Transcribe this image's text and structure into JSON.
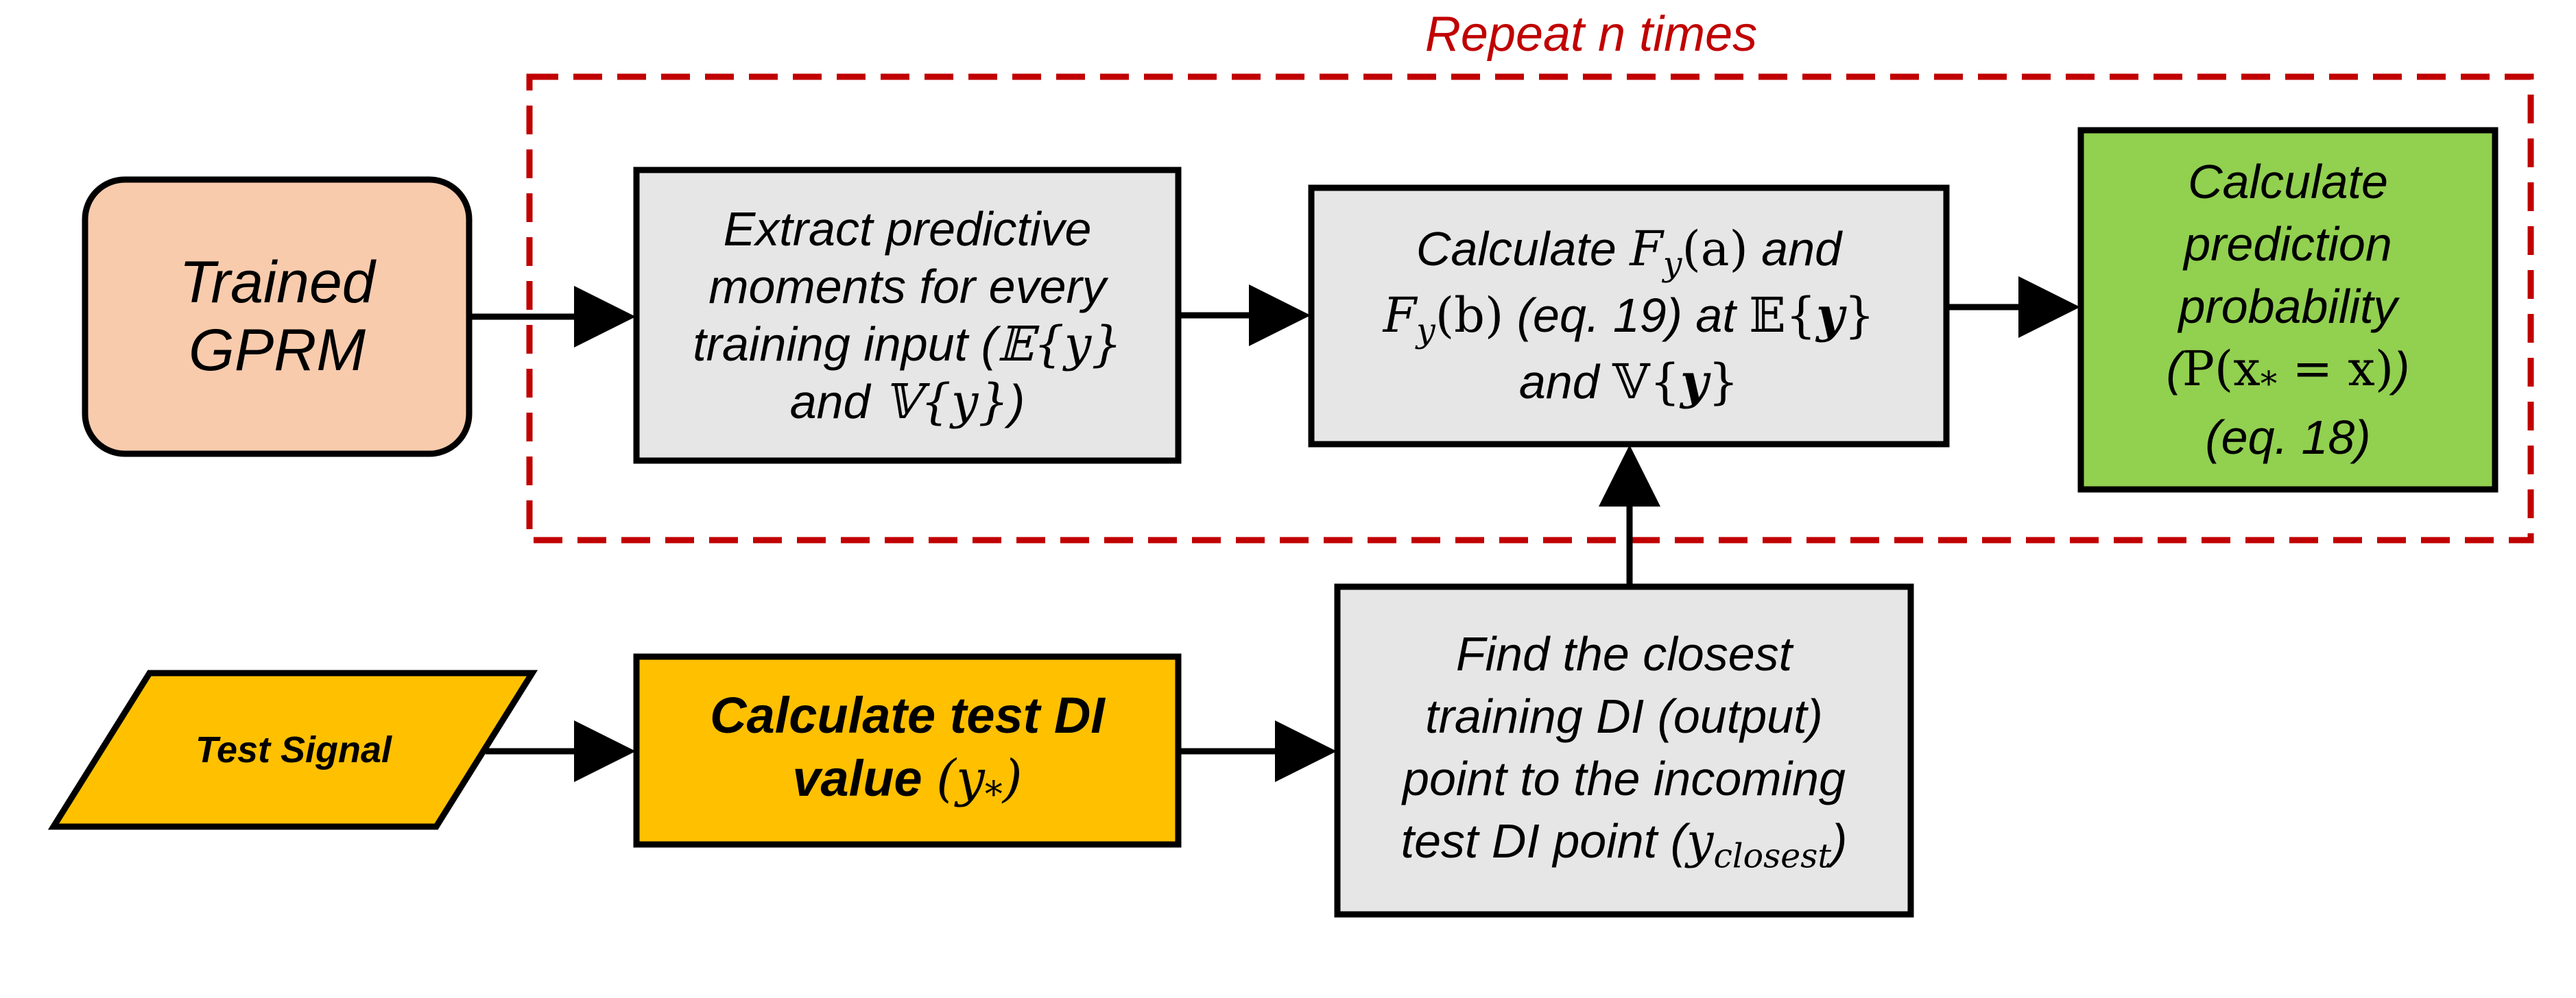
{
  "loop": {
    "label": "Repeat n times",
    "color": "#c00000"
  },
  "nodes": {
    "trained_gprm": {
      "lines": [
        "Trained",
        "GPRM"
      ],
      "fill": "#f8cbad"
    },
    "extract_moments": {
      "line1": "Extract predictive",
      "line2": "moments for every",
      "line3_text": "training input (",
      "line3_math": "𝔼{y}",
      "line4_and": "and ",
      "line4_math": "𝕍{y}",
      "line4_close": ")",
      "fill": "#e7e6e6"
    },
    "calculate_f": {
      "line1_text": "Calculate ",
      "line1_math": "F",
      "line1_sub": "y",
      "line1_arg": "(a)",
      "line1_end": " and",
      "line2_math": "F",
      "line2_sub": "y",
      "line2_arg": "(b)",
      "line2_text": " (eq. 19) at ",
      "line2_expect": "𝔼{",
      "line2_var": "y",
      "line2_close": "}",
      "line3_text": "and ",
      "line3_var_open": "𝕍{",
      "line3_var": "y",
      "line3_var_close": "}",
      "fill": "#e7e6e6"
    },
    "prediction_prob": {
      "line1": "Calculate",
      "line2": "prediction",
      "line3": "probability",
      "line4_open": "(",
      "line4_math": "P(x",
      "line4_sub": "*",
      "line4_rest": " = x)",
      "line4_close": ")",
      "line5": "(eq. 18)",
      "fill": "#92d050"
    },
    "test_signal": {
      "label": "Test Signal",
      "fill": "#ffc000"
    },
    "calc_test_di": {
      "line1": "Calculate test DI",
      "line2_text": "value ",
      "line2_math": "(y",
      "line2_sub": "*",
      "line2_close": ")",
      "fill": "#ffc000"
    },
    "find_closest": {
      "line1": "Find the closest",
      "line2": "training DI (output)",
      "line3": "point to the incoming",
      "line4_text": "test DI point (",
      "line4_math": "y",
      "line4_sub": "closest",
      "line4_close": ")",
      "fill": "#e7e6e6"
    }
  }
}
